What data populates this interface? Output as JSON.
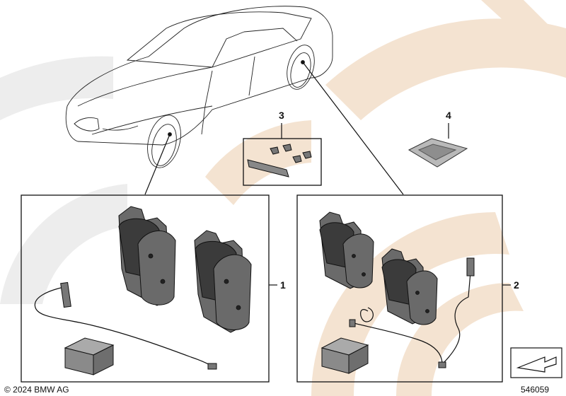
{
  "callouts": {
    "c1": "1",
    "c2": "2",
    "c3": "3",
    "c4": "4"
  },
  "footer": {
    "copyright": "© 2024 BMW AG",
    "diagram_number": "546059"
  },
  "colors": {
    "watermark": "#f3e3d2",
    "watermark_grey": "#ededed",
    "outline": "#111111",
    "pad_dark": "#3b3b3b",
    "pad_plate": "#6a6a6a",
    "box_grey": "#8a8a8a"
  },
  "icons": {
    "car": "car-outline-icon",
    "nav": "arrow-corner-icon"
  }
}
